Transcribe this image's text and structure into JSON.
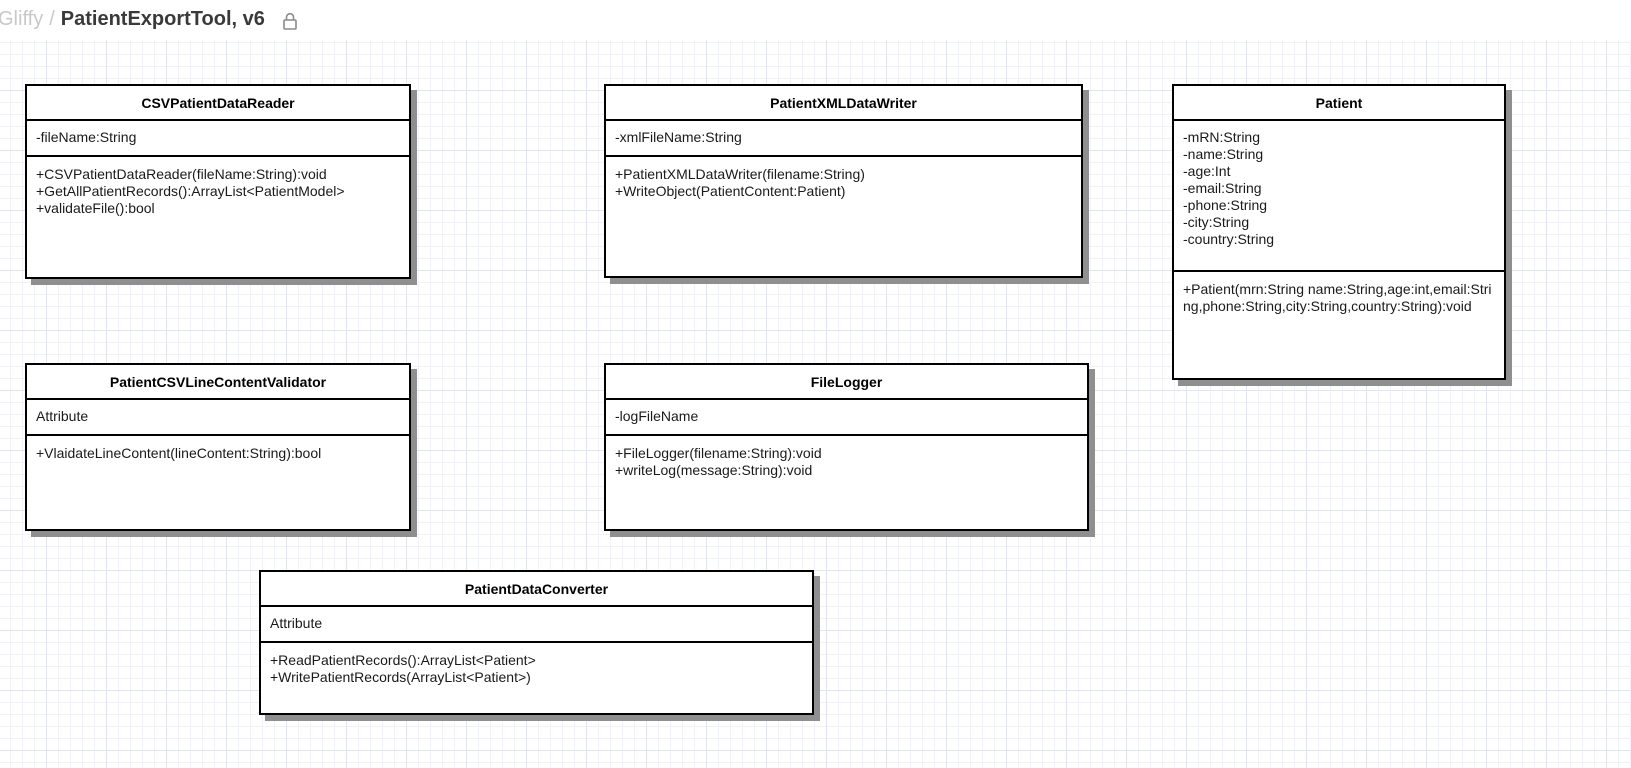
{
  "header": {
    "app_name": "Gliffy",
    "separator": "/",
    "document_title": "PatientExportTool, v6",
    "lock_icon": "lock-icon"
  },
  "diagram": {
    "classes": [
      {
        "name": "CSVPatientDataReader",
        "attributes": [
          "-fileName:String"
        ],
        "operations": [
          "+CSVPatientDataReader(fileName:String):void",
          "+GetAllPatientRecords():ArrayList<PatientModel>",
          "+validateFile():bool"
        ]
      },
      {
        "name": "PatientXMLDataWriter",
        "attributes": [
          "-xmlFileName:String"
        ],
        "operations": [
          "+PatientXMLDataWriter(filename:String)",
          "+WriteObject(PatientContent:Patient)"
        ]
      },
      {
        "name": "Patient",
        "attributes": [
          "-mRN:String",
          "-name:String",
          "-age:Int",
          "-email:String",
          "-phone:String",
          "-city:String",
          "-country:String"
        ],
        "operations": [
          "+Patient(mrn:String name:String,age:int,email:String,phone:String,city:String,country:String):void"
        ]
      },
      {
        "name": "PatientCSVLineContentValidator",
        "attributes": [
          "Attribute"
        ],
        "operations": [
          "+VlaidateLineContent(lineContent:String):bool"
        ]
      },
      {
        "name": "FileLogger",
        "attributes": [
          "-logFileName"
        ],
        "operations": [
          "+FileLogger(filename:String):void",
          "+writeLog(message:String):void"
        ]
      },
      {
        "name": "PatientDataConverter",
        "attributes": [
          "Attribute"
        ],
        "operations": [
          "+ReadPatientRecords():ArrayList<Patient>",
          "+WritePatientRecords(ArrayList<Patient>)"
        ]
      }
    ]
  }
}
